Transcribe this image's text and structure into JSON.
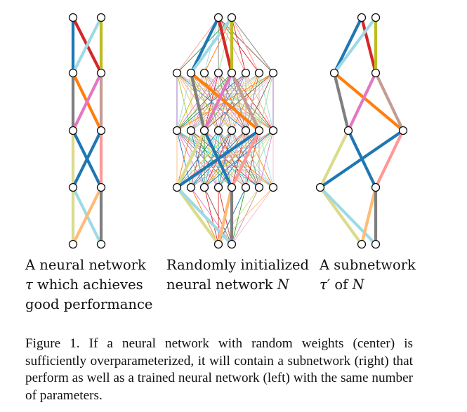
{
  "figure": {
    "networks": {
      "left": {
        "label_lines": [
          "A neural network",
          "which achieves",
          "good performance"
        ],
        "label_math": "τ"
      },
      "center": {
        "label_lines": [
          "Randomly initialized",
          "neural network "
        ],
        "label_math": "N"
      },
      "right": {
        "label_lines": [
          "A subnetwork",
          " of "
        ],
        "label_math_1": "τ′",
        "label_math_2": "N"
      }
    },
    "caption": "Figure 1. If a neural network with random weights (center) is sufficiently overparameterized, it will contain a subnetwork (right) that perform as well as a trained neural network (left) with the same number of parameters.",
    "palette": {
      "blue": "#1f77b4",
      "red": "#d62728",
      "cyan": "#9edae5",
      "olive": "#bcbd22",
      "gray": "#7f7f7f",
      "orange": "#ff7f0e",
      "pink": "#e377c2",
      "brown": "#c49c94",
      "khaki": "#dbdb8d",
      "lightred": "#ff9896",
      "peach": "#ffbb78",
      "green": "#2ca02c",
      "purple": "#9467bd",
      "teal": "#17becf",
      "lightgreen": "#98df8a",
      "lightblue": "#aec7e8",
      "darkbrown": "#8c564b",
      "lightpink": "#f7b6d2",
      "silver": "#c7c7c7"
    }
  }
}
